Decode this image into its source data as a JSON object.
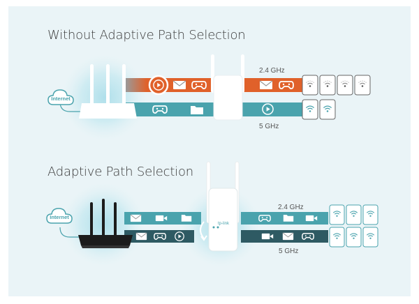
{
  "top": {
    "title": "Without Adaptive Path Selection",
    "internet_label": "Internet",
    "band_24": "2.4 GHz",
    "band_5": "5 GHz"
  },
  "bottom": {
    "title": "Adaptive Path Selection",
    "internet_label": "Internet",
    "band_24": "2.4 GHz",
    "band_5": "5 GHz",
    "extender_logo": "tp-link"
  },
  "colors": {
    "background": "#eaf4f7",
    "band_24": "#e0612a",
    "band_5": "#4aa3ad",
    "band_5_dark": "#2e5a63",
    "glow": "#bfe5ee",
    "router_dark": "#1c1c1c"
  },
  "icons": {
    "top_orange_band": [
      "play-icon",
      "mail-icon",
      "gamepad-icon",
      "mail-icon",
      "gamepad-icon"
    ],
    "top_teal_band": [
      "gamepad-icon",
      "folder-icon",
      "play-icon"
    ],
    "bottom_upper_band": [
      "mail-icon",
      "video-icon",
      "folder-icon",
      "gamepad-icon",
      "folder-icon",
      "video-icon"
    ],
    "bottom_lower_band": [
      "mail-icon",
      "gamepad-icon",
      "play-icon",
      "video-icon",
      "mail-icon",
      "gamepad-icon"
    ],
    "top_devices_24": [
      "slow-wifi-phone-icon",
      "slow-wifi-phone-icon",
      "slow-wifi-phone-icon",
      "slow-wifi-phone-icon"
    ],
    "top_devices_5": [
      "wifi-phone-icon",
      "wifi-phone-icon"
    ],
    "bottom_devices": [
      "wifi-phone-icon",
      "wifi-phone-icon",
      "wifi-phone-icon",
      "wifi-phone-icon",
      "wifi-phone-icon",
      "wifi-phone-icon"
    ]
  }
}
